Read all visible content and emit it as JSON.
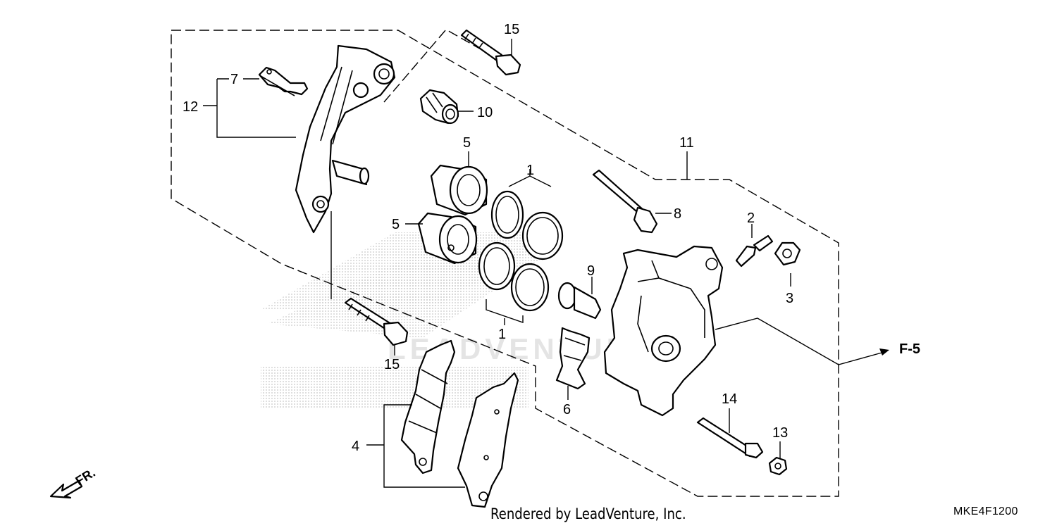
{
  "diagram": {
    "callouts": {
      "c1a": "1",
      "c1b": "1",
      "c2": "2",
      "c3": "3",
      "c4": "4",
      "c5a": "5",
      "c5b": "5",
      "c6": "6",
      "c7": "7",
      "c8": "8",
      "c9": "9",
      "c10": "10",
      "c11": "11",
      "c12": "12",
      "c13": "13",
      "c14": "14",
      "c15a": "15",
      "c15b": "15"
    },
    "reference_arrow": "F-5",
    "direction_label": "FR.",
    "watermark": "LEADVENTURE"
  },
  "footer": {
    "rendered_by": "Rendered by LeadVenture, Inc.",
    "diagram_code": "MKE4F1200"
  }
}
